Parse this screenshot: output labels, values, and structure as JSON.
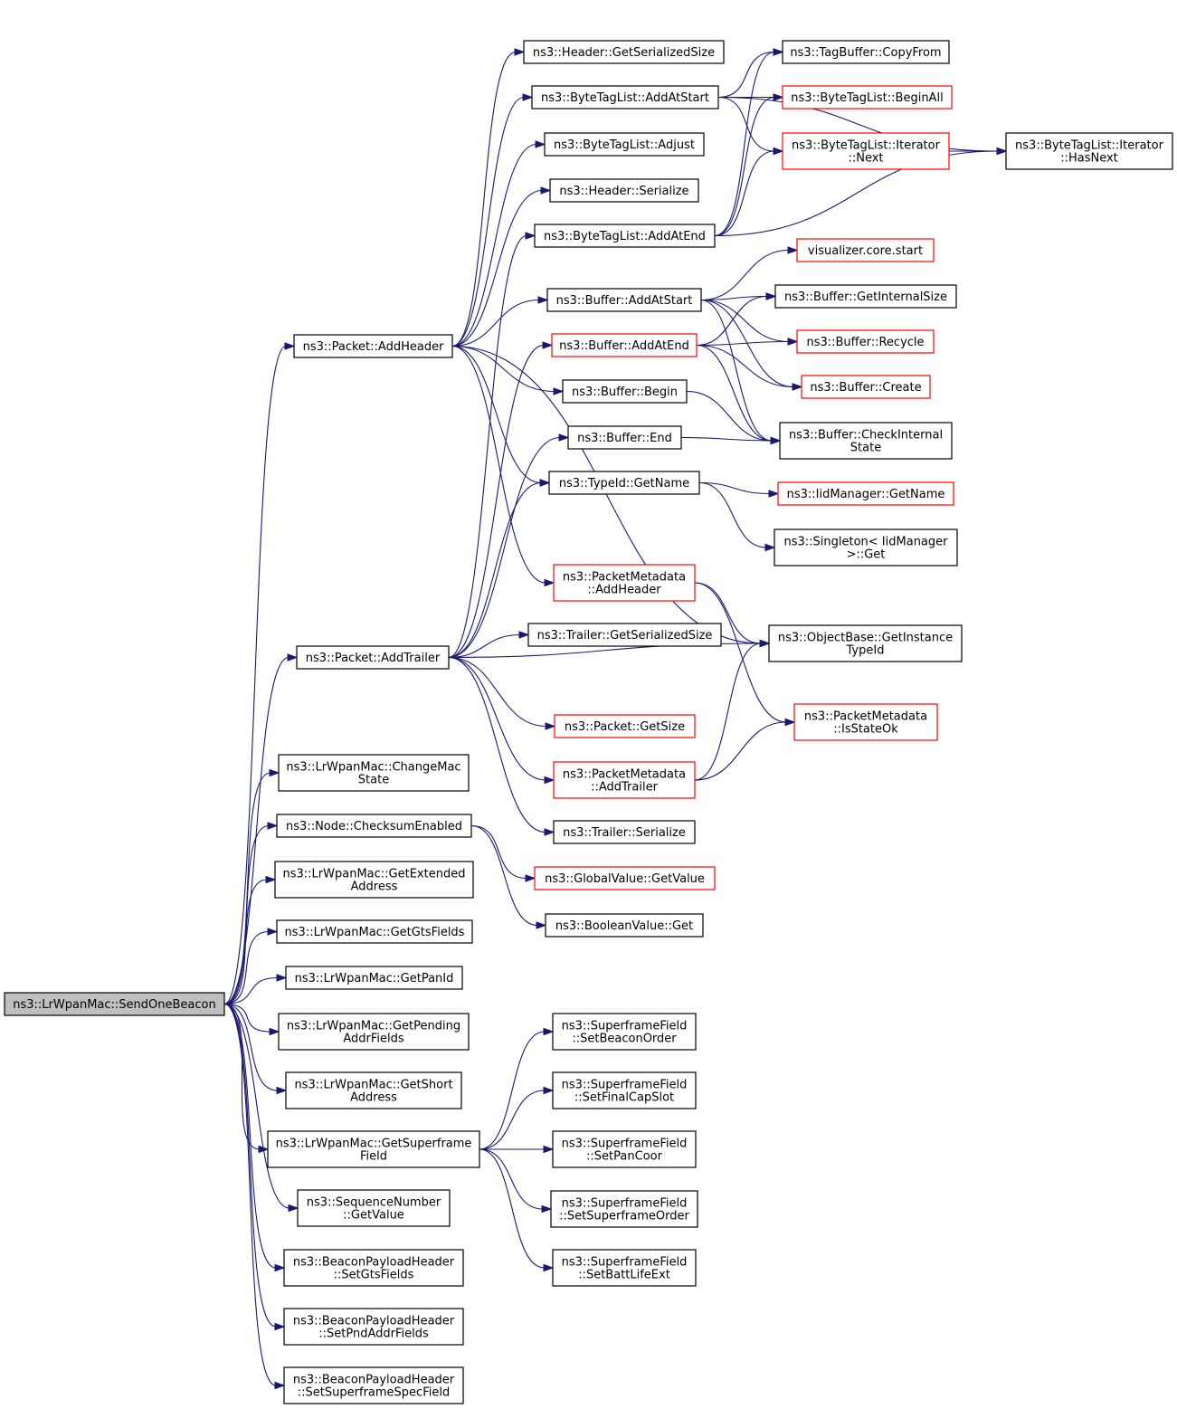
{
  "graph": {
    "root": "n_send",
    "nodes": [
      {
        "id": "n_send",
        "lines": [
          "ns3::LrWpanMac::SendOneBeacon"
        ],
        "style": "root"
      },
      {
        "id": "n_addheader",
        "lines": [
          "ns3::Packet::AddHeader"
        ],
        "style": "black"
      },
      {
        "id": "n_addtrailer",
        "lines": [
          "ns3::Packet::AddTrailer"
        ],
        "style": "black"
      },
      {
        "id": "n_changemac",
        "lines": [
          "ns3::LrWpanMac::ChangeMac",
          "State"
        ],
        "style": "black"
      },
      {
        "id": "n_checksum",
        "lines": [
          "ns3::Node::ChecksumEnabled"
        ],
        "style": "black"
      },
      {
        "id": "n_getext",
        "lines": [
          "ns3::LrWpanMac::GetExtended",
          "Address"
        ],
        "style": "black"
      },
      {
        "id": "n_getgts",
        "lines": [
          "ns3::LrWpanMac::GetGtsFields"
        ],
        "style": "black"
      },
      {
        "id": "n_getpan",
        "lines": [
          "ns3::LrWpanMac::GetPanId"
        ],
        "style": "black"
      },
      {
        "id": "n_getpend",
        "lines": [
          "ns3::LrWpanMac::GetPending",
          "AddrFields"
        ],
        "style": "black"
      },
      {
        "id": "n_getshort",
        "lines": [
          "ns3::LrWpanMac::GetShort",
          "Address"
        ],
        "style": "black"
      },
      {
        "id": "n_getsuper",
        "lines": [
          "ns3::LrWpanMac::GetSuperframe",
          "Field"
        ],
        "style": "black"
      },
      {
        "id": "n_seqget",
        "lines": [
          "ns3::SequenceNumber",
          "::GetValue"
        ],
        "style": "black"
      },
      {
        "id": "n_setgts",
        "lines": [
          "ns3::BeaconPayloadHeader",
          "::SetGtsFields"
        ],
        "style": "black"
      },
      {
        "id": "n_setpnd",
        "lines": [
          "ns3::BeaconPayloadHeader",
          "::SetPndAddrFields"
        ],
        "style": "black"
      },
      {
        "id": "n_setsfspec",
        "lines": [
          "ns3::BeaconPayloadHeader",
          "::SetSuperframeSpecField"
        ],
        "style": "black"
      },
      {
        "id": "n_hdrsize",
        "lines": [
          "ns3::Header::GetSerializedSize"
        ],
        "style": "black"
      },
      {
        "id": "n_btl_start",
        "lines": [
          "ns3::ByteTagList::AddAtStart"
        ],
        "style": "black"
      },
      {
        "id": "n_btl_adjust",
        "lines": [
          "ns3::ByteTagList::Adjust"
        ],
        "style": "black"
      },
      {
        "id": "n_hdrser",
        "lines": [
          "ns3::Header::Serialize"
        ],
        "style": "black"
      },
      {
        "id": "n_btl_end",
        "lines": [
          "ns3::ByteTagList::AddAtEnd"
        ],
        "style": "black"
      },
      {
        "id": "n_buf_start",
        "lines": [
          "ns3::Buffer::AddAtStart"
        ],
        "style": "black"
      },
      {
        "id": "n_buf_end",
        "lines": [
          "ns3::Buffer::AddAtEnd"
        ],
        "style": "red"
      },
      {
        "id": "n_buf_begin",
        "lines": [
          "ns3::Buffer::Begin"
        ],
        "style": "black"
      },
      {
        "id": "n_buf_endit",
        "lines": [
          "ns3::Buffer::End"
        ],
        "style": "black"
      },
      {
        "id": "n_typeid_name",
        "lines": [
          "ns3::TypeId::GetName"
        ],
        "style": "black"
      },
      {
        "id": "n_pm_addhdr",
        "lines": [
          "ns3::PacketMetadata",
          "::AddHeader"
        ],
        "style": "red"
      },
      {
        "id": "n_trl_size",
        "lines": [
          "ns3::Trailer::GetSerializedSize"
        ],
        "style": "black"
      },
      {
        "id": "n_pkt_size",
        "lines": [
          "ns3::Packet::GetSize"
        ],
        "style": "red"
      },
      {
        "id": "n_pm_addtrl",
        "lines": [
          "ns3::PacketMetadata",
          "::AddTrailer"
        ],
        "style": "red"
      },
      {
        "id": "n_trl_ser",
        "lines": [
          "ns3::Trailer::Serialize"
        ],
        "style": "black"
      },
      {
        "id": "n_gv_get",
        "lines": [
          "ns3::GlobalValue::GetValue"
        ],
        "style": "red"
      },
      {
        "id": "n_bool_get",
        "lines": [
          "ns3::BooleanValue::Get"
        ],
        "style": "black"
      },
      {
        "id": "n_sf_bo",
        "lines": [
          "ns3::SuperframeField",
          "::SetBeaconOrder"
        ],
        "style": "black"
      },
      {
        "id": "n_sf_fcs",
        "lines": [
          "ns3::SuperframeField",
          "::SetFinalCapSlot"
        ],
        "style": "black"
      },
      {
        "id": "n_sf_pan",
        "lines": [
          "ns3::SuperframeField",
          "::SetPanCoor"
        ],
        "style": "black"
      },
      {
        "id": "n_sf_so",
        "lines": [
          "ns3::SuperframeField",
          "::SetSuperframeOrder"
        ],
        "style": "black"
      },
      {
        "id": "n_sf_ble",
        "lines": [
          "ns3::SuperframeField",
          "::SetBattLifeExt"
        ],
        "style": "black"
      },
      {
        "id": "n_tb_copy",
        "lines": [
          "ns3::TagBuffer::CopyFrom"
        ],
        "style": "black"
      },
      {
        "id": "n_btl_beginall",
        "lines": [
          "ns3::ByteTagList::BeginAll"
        ],
        "style": "red"
      },
      {
        "id": "n_btl_it_next",
        "lines": [
          "ns3::ByteTagList::Iterator",
          "::Next"
        ],
        "style": "red"
      },
      {
        "id": "n_btl_it_hasnext",
        "lines": [
          "ns3::ByteTagList::Iterator",
          "::HasNext"
        ],
        "style": "black"
      },
      {
        "id": "n_vis_start",
        "lines": [
          "visualizer.core.start"
        ],
        "style": "red"
      },
      {
        "id": "n_buf_getint",
        "lines": [
          "ns3::Buffer::GetInternalSize"
        ],
        "style": "black"
      },
      {
        "id": "n_buf_recycle",
        "lines": [
          "ns3::Buffer::Recycle"
        ],
        "style": "red"
      },
      {
        "id": "n_buf_create",
        "lines": [
          "ns3::Buffer::Create"
        ],
        "style": "red"
      },
      {
        "id": "n_buf_check",
        "lines": [
          "ns3::Buffer::CheckInternal",
          "State"
        ],
        "style": "black"
      },
      {
        "id": "n_iid_getname",
        "lines": [
          "ns3::IidManager::GetName"
        ],
        "style": "red"
      },
      {
        "id": "n_singleton",
        "lines": [
          "ns3::Singleton< IidManager",
          ">::Get"
        ],
        "style": "black"
      },
      {
        "id": "n_ob_getinst",
        "lines": [
          "ns3::ObjectBase::GetInstance",
          "TypeId"
        ],
        "style": "black"
      },
      {
        "id": "n_pm_stateok",
        "lines": [
          "ns3::PacketMetadata",
          "::IsStateOk"
        ],
        "style": "red"
      }
    ],
    "edges": [
      [
        "n_send",
        "n_addheader"
      ],
      [
        "n_send",
        "n_addtrailer"
      ],
      [
        "n_send",
        "n_changemac"
      ],
      [
        "n_send",
        "n_checksum"
      ],
      [
        "n_send",
        "n_getext"
      ],
      [
        "n_send",
        "n_getgts"
      ],
      [
        "n_send",
        "n_getpan"
      ],
      [
        "n_send",
        "n_getpend"
      ],
      [
        "n_send",
        "n_getshort"
      ],
      [
        "n_send",
        "n_getsuper"
      ],
      [
        "n_send",
        "n_seqget"
      ],
      [
        "n_send",
        "n_setgts"
      ],
      [
        "n_send",
        "n_setpnd"
      ],
      [
        "n_send",
        "n_setsfspec"
      ],
      [
        "n_addheader",
        "n_hdrsize"
      ],
      [
        "n_addheader",
        "n_btl_start"
      ],
      [
        "n_addheader",
        "n_btl_adjust"
      ],
      [
        "n_addheader",
        "n_hdrser"
      ],
      [
        "n_addheader",
        "n_buf_start"
      ],
      [
        "n_addheader",
        "n_buf_begin"
      ],
      [
        "n_addheader",
        "n_typeid_name"
      ],
      [
        "n_addheader",
        "n_pm_addhdr"
      ],
      [
        "n_addheader",
        "n_ob_getinst"
      ],
      [
        "n_addtrailer",
        "n_btl_end"
      ],
      [
        "n_addtrailer",
        "n_buf_end"
      ],
      [
        "n_addtrailer",
        "n_buf_endit"
      ],
      [
        "n_addtrailer",
        "n_typeid_name"
      ],
      [
        "n_addtrailer",
        "n_trl_size"
      ],
      [
        "n_addtrailer",
        "n_ob_getinst"
      ],
      [
        "n_addtrailer",
        "n_pkt_size"
      ],
      [
        "n_addtrailer",
        "n_pm_addtrl"
      ],
      [
        "n_addtrailer",
        "n_trl_ser"
      ],
      [
        "n_checksum",
        "n_gv_get"
      ],
      [
        "n_checksum",
        "n_bool_get"
      ],
      [
        "n_getsuper",
        "n_sf_bo"
      ],
      [
        "n_getsuper",
        "n_sf_fcs"
      ],
      [
        "n_getsuper",
        "n_sf_pan"
      ],
      [
        "n_getsuper",
        "n_sf_so"
      ],
      [
        "n_getsuper",
        "n_sf_ble"
      ],
      [
        "n_btl_start",
        "n_tb_copy"
      ],
      [
        "n_btl_start",
        "n_btl_beginall"
      ],
      [
        "n_btl_start",
        "n_btl_it_next"
      ],
      [
        "n_btl_start",
        "n_btl_it_hasnext"
      ],
      [
        "n_btl_end",
        "n_tb_copy"
      ],
      [
        "n_btl_end",
        "n_btl_beginall"
      ],
      [
        "n_btl_end",
        "n_btl_it_next"
      ],
      [
        "n_btl_end",
        "n_btl_it_hasnext"
      ],
      [
        "n_btl_it_next",
        "n_btl_it_hasnext"
      ],
      [
        "n_buf_start",
        "n_vis_start"
      ],
      [
        "n_buf_start",
        "n_buf_getint"
      ],
      [
        "n_buf_start",
        "n_buf_recycle"
      ],
      [
        "n_buf_start",
        "n_buf_create"
      ],
      [
        "n_buf_start",
        "n_buf_check"
      ],
      [
        "n_buf_end",
        "n_buf_getint"
      ],
      [
        "n_buf_end",
        "n_buf_recycle"
      ],
      [
        "n_buf_end",
        "n_buf_create"
      ],
      [
        "n_buf_end",
        "n_buf_check"
      ],
      [
        "n_buf_begin",
        "n_buf_check"
      ],
      [
        "n_buf_endit",
        "n_buf_check"
      ],
      [
        "n_typeid_name",
        "n_iid_getname"
      ],
      [
        "n_typeid_name",
        "n_singleton"
      ],
      [
        "n_pm_addhdr",
        "n_ob_getinst"
      ],
      [
        "n_pm_addhdr",
        "n_pm_stateok"
      ],
      [
        "n_pm_addtrl",
        "n_ob_getinst"
      ],
      [
        "n_pm_addtrl",
        "n_pm_stateok"
      ]
    ]
  }
}
